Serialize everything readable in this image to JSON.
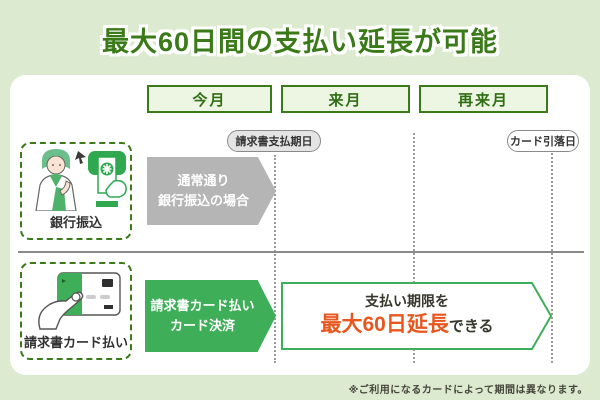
{
  "page": {
    "title": "最大60日間の支払い延長が可能",
    "note": "※ご利用になるカードによって期間は異なります。"
  },
  "colors": {
    "background": "#dcead0",
    "title_green": "#3b7a19",
    "month_box_fill": "#edf5e3",
    "month_box_border": "#3b7a19",
    "green_arrow": "#3fae58",
    "gray_arrow": "#b5b5b5",
    "highlight_orange": "#e8571e",
    "text_dark": "#38382e",
    "pill_gray_fill": "#e4e4e4",
    "pill_border": "#8a8a8a",
    "dotted_line_gray": "#9b9b9b"
  },
  "timeline": {
    "months": [
      {
        "label": "今月"
      },
      {
        "label": "来月"
      },
      {
        "label": "再来月"
      }
    ],
    "markers": [
      {
        "label": "請求書支払期日",
        "style": "gray"
      },
      {
        "label": "カード引落日",
        "style": "white"
      }
    ]
  },
  "rows": [
    {
      "id": "bank-transfer",
      "icon": "woman-atm-illustration",
      "label": "銀行振込",
      "arrow": {
        "line1": "通常通り",
        "line2": "銀行振込の場合",
        "color": "gray"
      }
    },
    {
      "id": "invoice-card-payment",
      "icon": "hand-card-illustration",
      "label": "請求書カード払い",
      "arrow": {
        "line1": "請求書カード払い",
        "line2": "カード決済",
        "color": "green"
      },
      "extension_arrow": {
        "line1": "支払い期限を",
        "highlight": "最大60日延長",
        "suffix": "できる"
      }
    }
  ]
}
